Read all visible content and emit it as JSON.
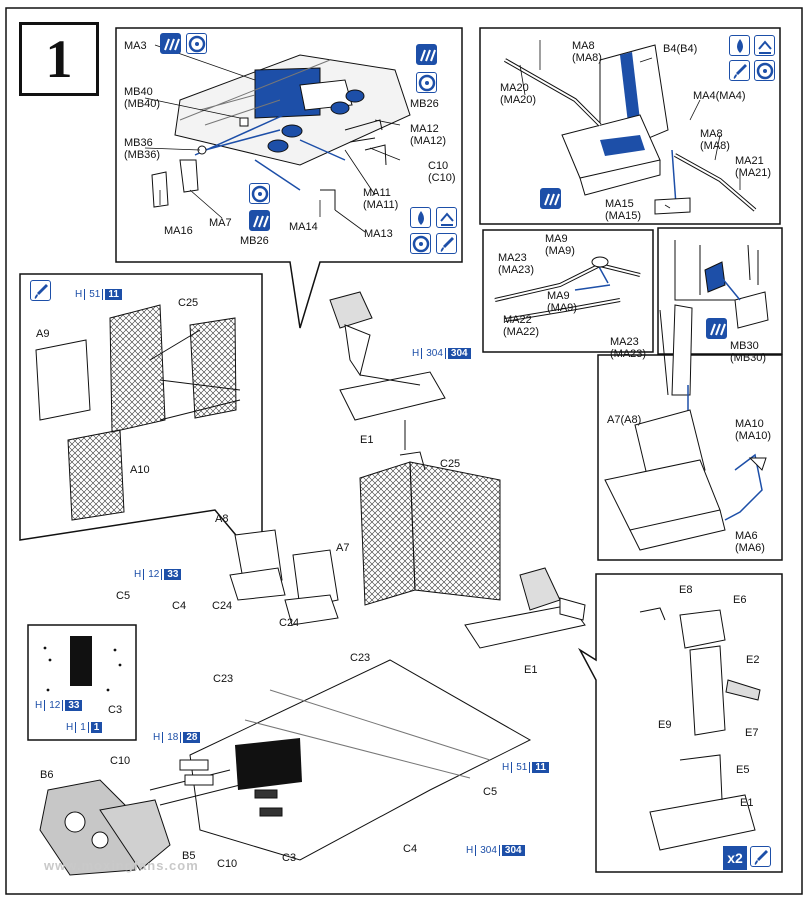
{
  "step_number": "1",
  "watermark": "www.moxingfans.com",
  "paint_refs": [
    {
      "id": "h-51-11-a",
      "h": "H",
      "c1": "51",
      "c2": "11"
    },
    {
      "id": "h-304-a",
      "h": "H",
      "c1": "304",
      "c2": "304"
    },
    {
      "id": "h-12-33-a",
      "h": "H",
      "c1": "12",
      "c2": "33"
    },
    {
      "id": "h-12-33-b",
      "h": "H",
      "c1": "12",
      "c2": "33"
    },
    {
      "id": "h-1-1",
      "h": "H",
      "c1": "1",
      "c2": "1"
    },
    {
      "id": "h-18-28",
      "h": "H",
      "c1": "18",
      "c2": "28"
    },
    {
      "id": "h-51-11-b",
      "h": "H",
      "c1": "51",
      "c2": "11"
    },
    {
      "id": "h-304-b",
      "h": "H",
      "c1": "304",
      "c2": "304"
    }
  ],
  "multiplier": "2",
  "labels": {
    "ma3": "MA3",
    "mb40": "MB40",
    "mb40_alt": "(MB40)",
    "mb36": "MB36",
    "mb36_alt": "(MB36)",
    "ma16": "MA16",
    "ma7": "MA7",
    "mb26_top": "MB26",
    "mb26_bottom": "MB26",
    "ma12": "MA12",
    "ma12_alt": "(MA12)",
    "c10_top": "C10",
    "c10_top_alt": "(C10)",
    "ma11": "MA11",
    "ma11_alt": "(MA11)",
    "ma14": "MA14",
    "ma13": "MA13",
    "ma8_a": "MA8",
    "ma8_a_alt": "(MA8)",
    "ma20": "MA20",
    "ma20_alt": "(MA20)",
    "b4": "B4(B4)",
    "ma4": "MA4(MA4)",
    "ma8_b": "MA8",
    "ma8_b_alt": "(MA8)",
    "ma21": "MA21",
    "ma21_alt": "(MA21)",
    "ma15": "MA15",
    "ma15_alt": "(MA15)",
    "ma9_a": "MA9",
    "ma9_a_alt": "(MA9)",
    "ma23_a": "MA23",
    "ma23_a_alt": "(MA23)",
    "ma9_b": "MA9",
    "ma9_b_alt": "(MA9)",
    "ma22": "MA22",
    "ma22_alt": "(MA22)",
    "ma23_b": "MA23",
    "ma23_b_alt": "(MA23)",
    "mb30": "MB30",
    "mb30_alt": "(MB30)",
    "a7a8": "A7(A8)",
    "ma10": "MA10",
    "ma10_alt": "(MA10)",
    "ma6": "MA6",
    "ma6_alt": "(MA6)",
    "a9": "A9",
    "c25_left": "C25",
    "a10": "A10",
    "e1_top": "E1",
    "c25_mid": "C25",
    "a8": "A8",
    "a7": "A7",
    "c5_top": "C5",
    "c4_top": "C4",
    "c24_a": "C24",
    "c24_b": "C24",
    "c23_a": "C23",
    "c23_b": "C23",
    "c3_inset": "C3",
    "c10_a": "C10",
    "b6": "B6",
    "b5": "B5",
    "c10_b": "C10",
    "c3": "C3",
    "c4_bottom": "C4",
    "c5_bottom": "C5",
    "e1_mid": "E1",
    "e8": "E8",
    "e6": "E6",
    "e2": "E2",
    "e9": "E9",
    "e7": "E7",
    "e5": "E5",
    "e1_right": "E1"
  },
  "icons": [
    "grille-icon",
    "gear-icon",
    "cement-icon",
    "cut-icon",
    "paint-icon",
    "option-icon"
  ],
  "colors": {
    "accent": "#1d4fa8",
    "line": "#111111",
    "metal": "#c7c7c7"
  }
}
